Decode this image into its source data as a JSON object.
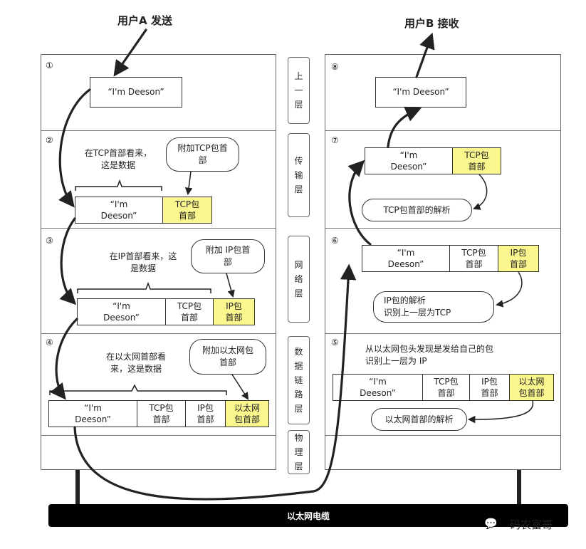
{
  "titles": {
    "sender": "用户A 发送",
    "receiver": "用户B 接收"
  },
  "layers": {
    "upper": [
      "上",
      "一",
      "层"
    ],
    "transport": [
      "传",
      "输",
      "层"
    ],
    "network": [
      "网",
      "络",
      "层"
    ],
    "datalink": [
      "数",
      "据",
      "链",
      "路",
      "层"
    ],
    "physical": [
      "物",
      "理",
      "层"
    ]
  },
  "steps": {
    "s1": "①",
    "s2": "②",
    "s3": "③",
    "s4": "④",
    "s5": "⑤",
    "s6": "⑥",
    "s7": "⑦",
    "s8": "⑧"
  },
  "payload": "“I'm Deeson”",
  "payload_split": "“I'm\nDeeson”",
  "tcp_header": "TCP包\n首部",
  "ip_header": "IP包\n首部",
  "eth_header": "以太网\n包首部",
  "left": {
    "tcp_note": "在TCP首部看来，\n这是数据",
    "tcp_bubble": "附加TCP包首\n部",
    "ip_note": "在IP首部看来，这\n是数据",
    "ip_bubble": "附加 IP包首\n部",
    "eth_note": "在以太网首部看\n来，这是数据",
    "eth_bubble": "附加以太网包\n首部"
  },
  "right": {
    "tcp_parse": "TCP包首部的解析",
    "ip_parse": "IP包的解析\n识别上一层为TCP",
    "eth_note": "从以太网包头发现是发给自己的包\n识别上一层为 IP",
    "eth_parse": "以太网首部的解析"
  },
  "cable_label": "以太网电缆",
  "watermark": "码农富哥"
}
